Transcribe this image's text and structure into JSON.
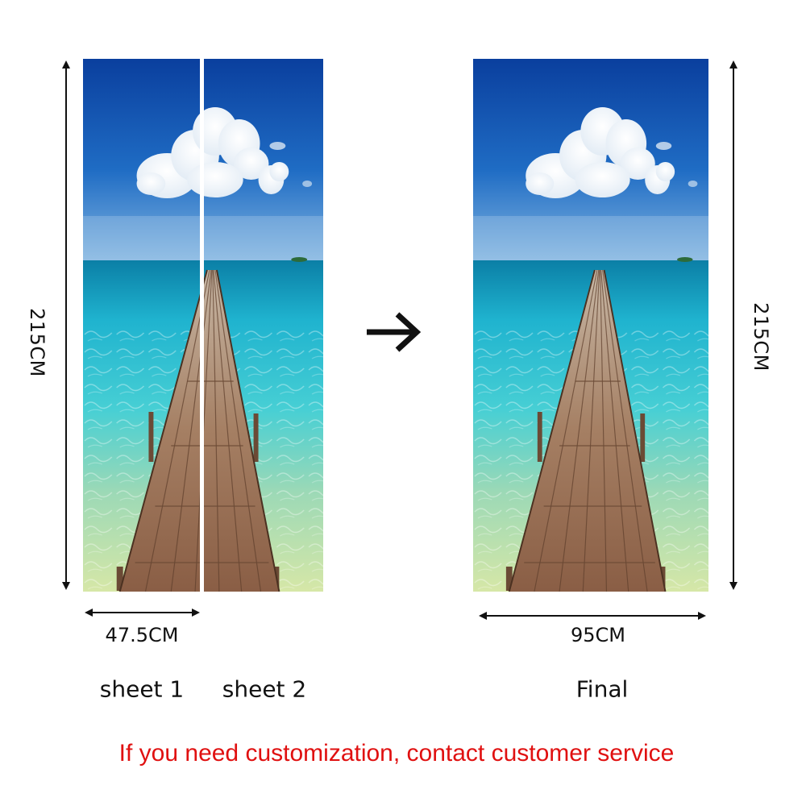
{
  "dimensions": {
    "height_label_left": "215CM",
    "height_label_right": "215CM",
    "sheet_width_label": "47.5CM",
    "final_width_label": "95CM"
  },
  "captions": {
    "sheet1": "sheet 1",
    "sheet2": "sheet 2",
    "final": "Final"
  },
  "notice": {
    "text": "If you need customization, contact customer service",
    "color": "#e01010"
  },
  "colors": {
    "sky_top": "#0a3f9e",
    "sky_bottom": "#6fa9dc",
    "sea_deep": "#0d8fb0",
    "sea_mid": "#29c4d6",
    "shallow": "#b9dca3",
    "pier_wood": "#9a6d52",
    "arrow": "#111111"
  },
  "icons": {
    "transition_arrow": "arrow-right-icon",
    "dimension_arrows": "double-arrow-icon"
  }
}
